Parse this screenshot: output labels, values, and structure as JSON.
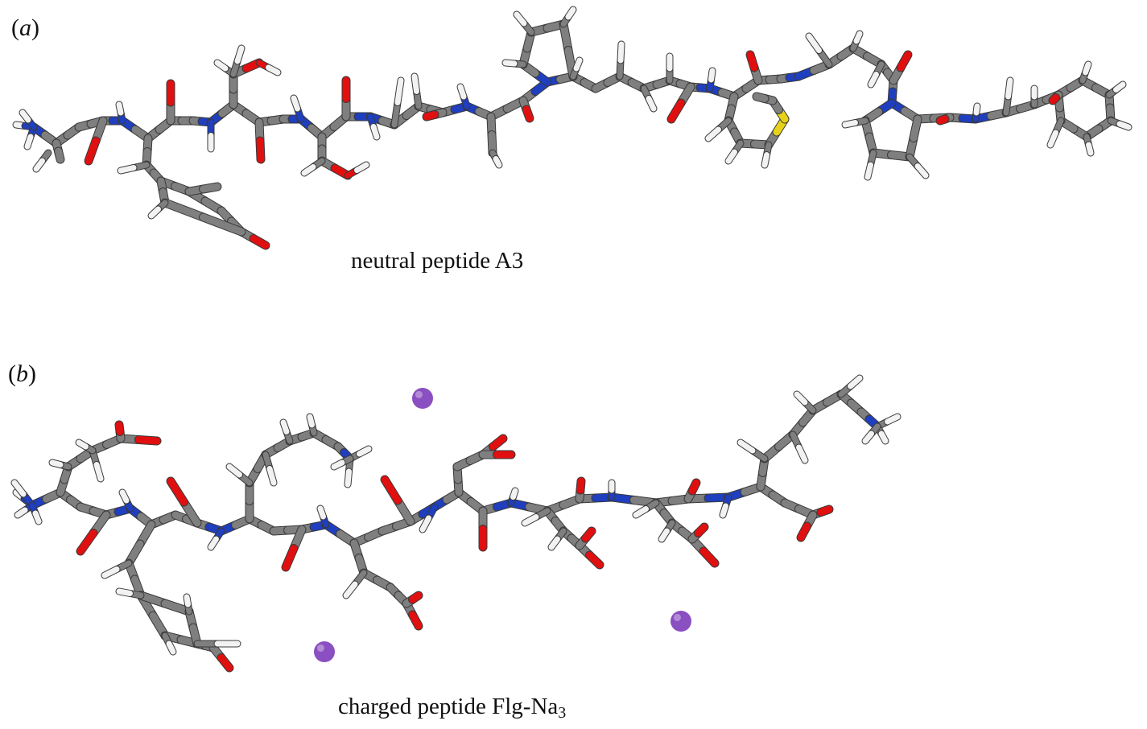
{
  "panels": [
    {
      "label_open": "(",
      "label_letter": "a",
      "label_close": ")",
      "caption": "neutral peptide A3"
    },
    {
      "label_open": "(",
      "label_letter": "b",
      "label_close": ")",
      "caption_main": "charged peptide Flg-Na",
      "caption_sub": "3"
    }
  ],
  "colors": {
    "carbon": "#7f7f7f",
    "nitrogen": "#1f3fbf",
    "oxygen": "#e01010",
    "hydrogen": "#f2f2f2",
    "sulfur": "#e6d21a",
    "sodium": "#8a4fc0"
  }
}
